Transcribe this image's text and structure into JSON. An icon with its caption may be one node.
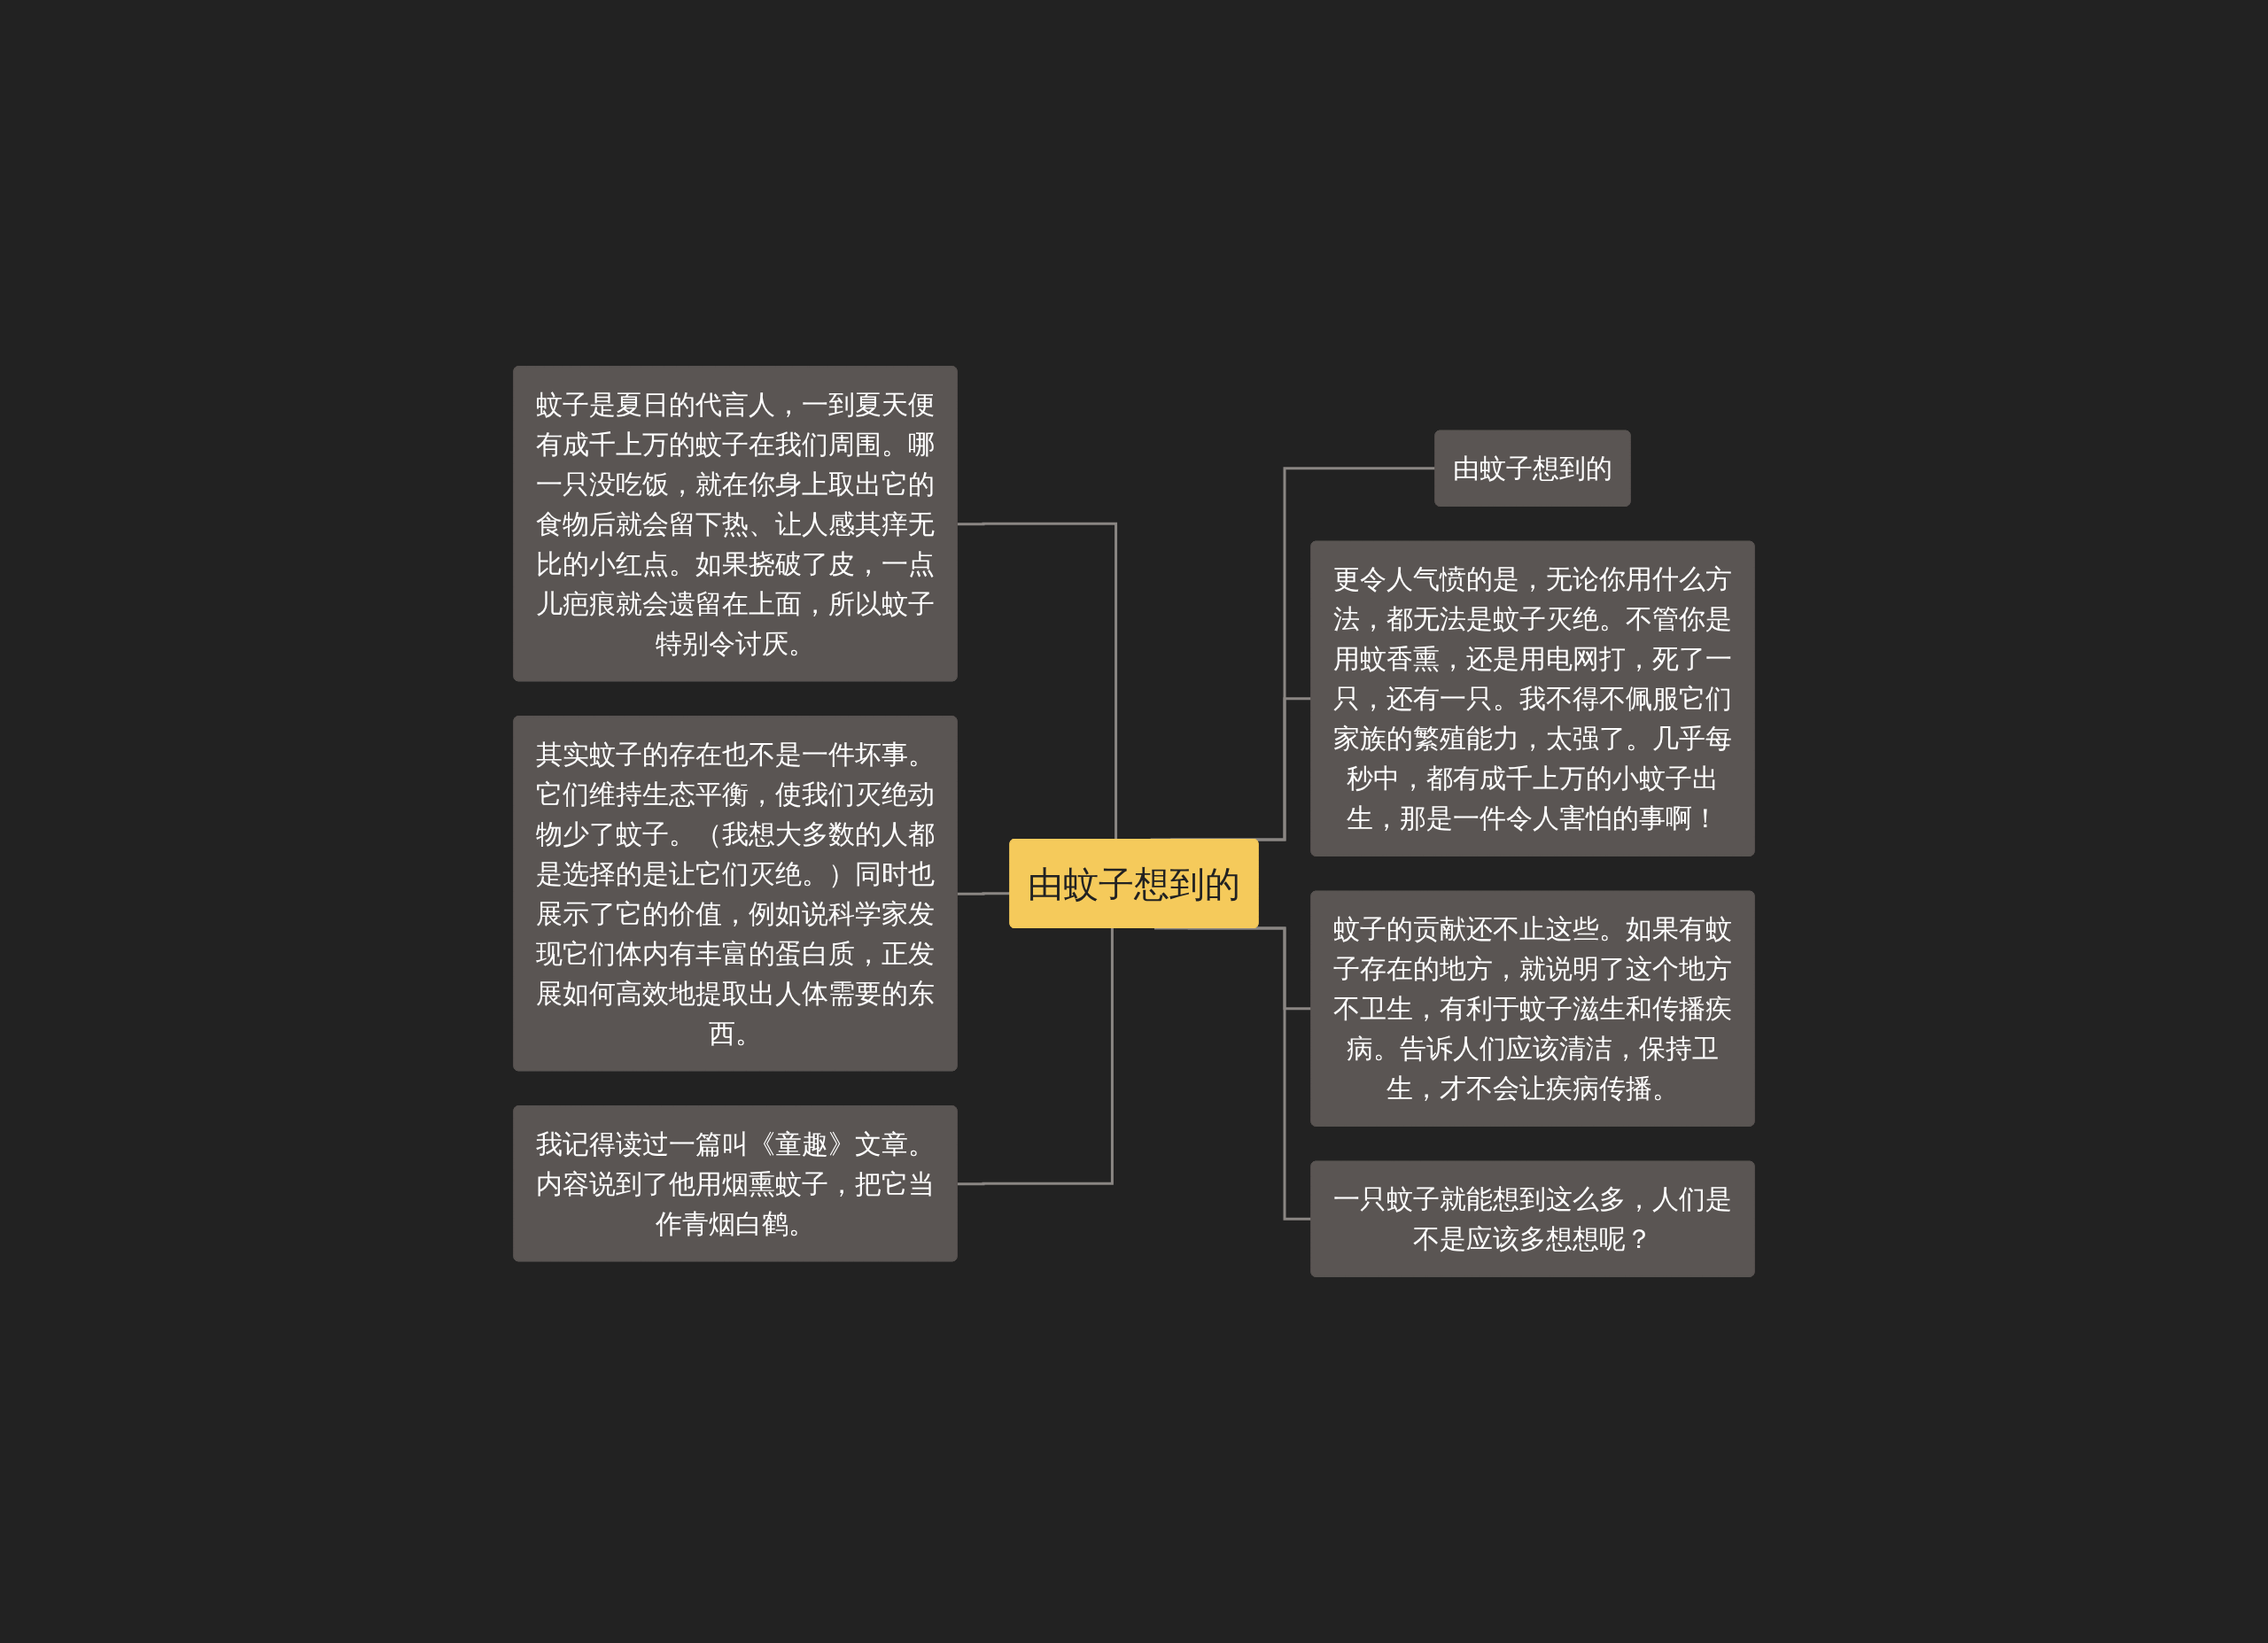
{
  "diagram": {
    "nodes": [
      {
        "text": [
          "由蚊子想到的"
        ]
      },
      {
        "text": [
          "蚊子是夏日的代言人，一到夏天便有成千上万的蚊子在我们周围。哪一只没吃饭，就在你身上取出它的食物后就会留下热、让人感其痒无比的小红点。如果挠破了皮，一点儿疤痕就会遗留在上面，所以蚊子特别令讨厌。"
        ]
      },
      {
        "text": [
          "其实蚊子的存在也不是一件坏事。它们维持生态平衡，使我们灭绝动物少了蚊子。（我想大多数的人都是选择的是让它们灭绝。）同时也展示了它的价值，例如说科学家发现它们体内有丰富的蛋白质，正发展如何高效地提取出人体需要的东西。"
        ]
      },
      {
        "text": [
          "我记得读过一篇叫《童趣》文章。内容说到了他用烟熏蚊子，把它当作青烟白鹤。"
        ]
      },
      {
        "text": [
          "由蚊子想到的"
        ]
      },
      {
        "text": [
          "更令人气愤的是，无论你用什么方法，都无法是蚊子灭绝。不管你是用蚊香熏，还是用电网打，死了一只，还有一只。我不得不佩服它们家族的繁殖能力，太强了。几乎每秒中，都有成千上万的小蚊子出生，那是一件令人害怕的事啊！"
        ]
      },
      {
        "text": [
          "蚊子的贡献还不止这些。如果有蚊子存在的地方，就说明了这个地方不卫生，有利于蚊子滋生和传播疾病。告诉人们应该清洁，保持卫生，才不会让疾病传播。"
        ]
      },
      {
        "text": [
          "一只蚊子就能想到这么多，人们是不是应该多想想呢？"
        ]
      }
    ],
    "edges": [
      {
        "from": 1,
        "to": 0,
        "arrow": "none"
      },
      {
        "from": 2,
        "to": 0,
        "arrow": "none"
      },
      {
        "from": 3,
        "to": 0,
        "arrow": "none"
      },
      {
        "from": 0,
        "to": 4,
        "arrow": "none"
      },
      {
        "from": 0,
        "to": 5,
        "arrow": "none"
      },
      {
        "from": 0,
        "to": 6,
        "arrow": "none"
      },
      {
        "from": 0,
        "to": 7,
        "arrow": "none"
      }
    ]
  }
}
